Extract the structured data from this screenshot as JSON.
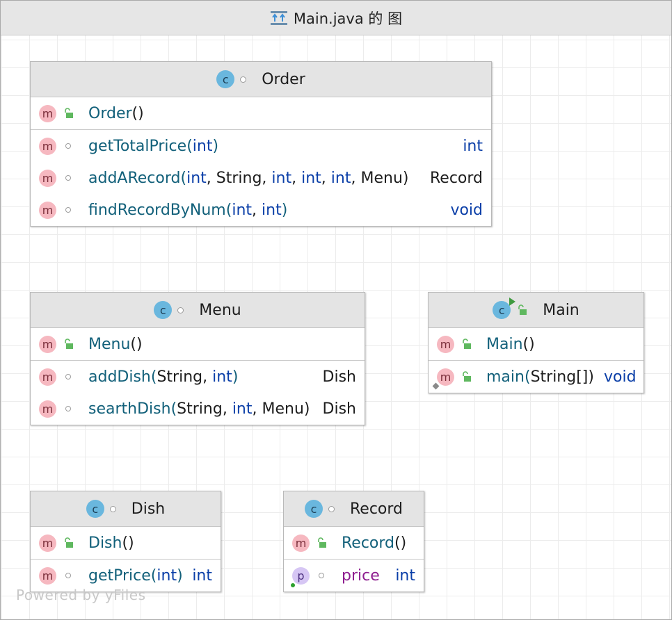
{
  "window": {
    "title": "Main.java 的 图",
    "title_icon": "class-diagram-icon"
  },
  "watermark": "Powered by yFiles",
  "colors": {
    "class_badge": "#6ab7de",
    "method_badge": "#f6b8c0",
    "field_badge": "#d6c6f4",
    "method_name": "#12607a",
    "keyword_type": "#0b3fa8",
    "field_name": "#8e1d8f",
    "public_lock": "#5fb85f"
  },
  "nodes": {
    "order": {
      "badge": "c",
      "name": "Order",
      "constructors": [
        {
          "badge": "m",
          "name": "Order",
          "open": "(",
          "close": ")"
        }
      ],
      "methods": [
        {
          "badge": "m",
          "name": "getTotalPrice",
          "open": "(",
          "p1": "int",
          "close": ")",
          "ret": "int"
        },
        {
          "badge": "m",
          "name": "addARecord",
          "open": "(",
          "p1": "int",
          "s1": ", ",
          "p2": "String",
          "s2": ", ",
          "p3": "int",
          "s3": ", ",
          "p4": "int",
          "s4": ", ",
          "p5": "int",
          "s5": ", ",
          "p6": "Menu",
          "close": ")",
          "ret": "Record"
        },
        {
          "badge": "m",
          "name": "findRecordByNum",
          "open": "(",
          "p1": "int",
          "s1": ", ",
          "p2": "int",
          "close": ")",
          "ret": "void"
        }
      ]
    },
    "menu": {
      "badge": "c",
      "name": "Menu",
      "constructors": [
        {
          "badge": "m",
          "name": "Menu",
          "open": "(",
          "close": ")"
        }
      ],
      "methods": [
        {
          "badge": "m",
          "name": "addDish",
          "open": "(",
          "p1": "String",
          "s1": ", ",
          "p2": "int",
          "close": ")",
          "ret": "Dish"
        },
        {
          "badge": "m",
          "name": "searthDish",
          "open": "(",
          "p1": "String",
          "s1": ", ",
          "p2": "int",
          "s2": ", ",
          "p3": "Menu",
          "close": ")",
          "ret": "Dish"
        }
      ]
    },
    "main": {
      "badge": "c",
      "name": "Main",
      "constructors": [
        {
          "badge": "m",
          "name": "Main",
          "open": "(",
          "close": ")"
        }
      ],
      "methods": [
        {
          "badge": "m",
          "name": "main",
          "open": "(",
          "p1": "String[]",
          "close": ")",
          "ret": "void"
        }
      ]
    },
    "dish": {
      "badge": "c",
      "name": "Dish",
      "constructors": [
        {
          "badge": "m",
          "name": "Dish",
          "open": "(",
          "close": ")"
        }
      ],
      "methods": [
        {
          "badge": "m",
          "name": "getPrice",
          "open": "(",
          "p1": "int",
          "close": ")",
          "ret": "int"
        }
      ]
    },
    "record": {
      "badge": "c",
      "name": "Record",
      "constructors": [
        {
          "badge": "m",
          "name": "Record",
          "open": "(",
          "close": ")"
        }
      ],
      "fields": [
        {
          "badge": "p",
          "name": "price",
          "type": "int"
        }
      ]
    }
  }
}
